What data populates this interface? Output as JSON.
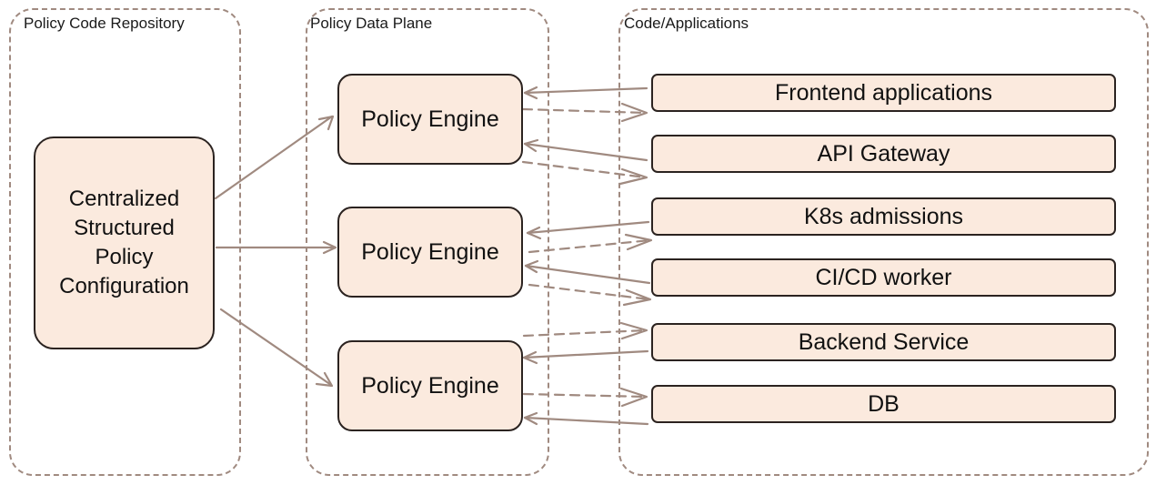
{
  "groups": {
    "repository": {
      "label": "Policy Code Repository"
    },
    "data_plane": {
      "label": "Policy Data Plane"
    },
    "applications": {
      "label": "Code/Applications"
    }
  },
  "config": {
    "lines": [
      "Centralized",
      "Structured",
      "Policy",
      "Configuration"
    ]
  },
  "engines": [
    {
      "label": "Policy Engine"
    },
    {
      "label": "Policy Engine"
    },
    {
      "label": "Policy Engine"
    }
  ],
  "apps": [
    {
      "label": "Frontend applications"
    },
    {
      "label": "API Gateway"
    },
    {
      "label": "K8s admissions"
    },
    {
      "label": "CI/CD worker"
    },
    {
      "label": "Backend Service"
    },
    {
      "label": "DB"
    }
  ],
  "colors": {
    "node_fill": "#fbeade",
    "node_border": "#2b2320",
    "arrow": "#a08a80",
    "group_border": "#a08a80"
  }
}
